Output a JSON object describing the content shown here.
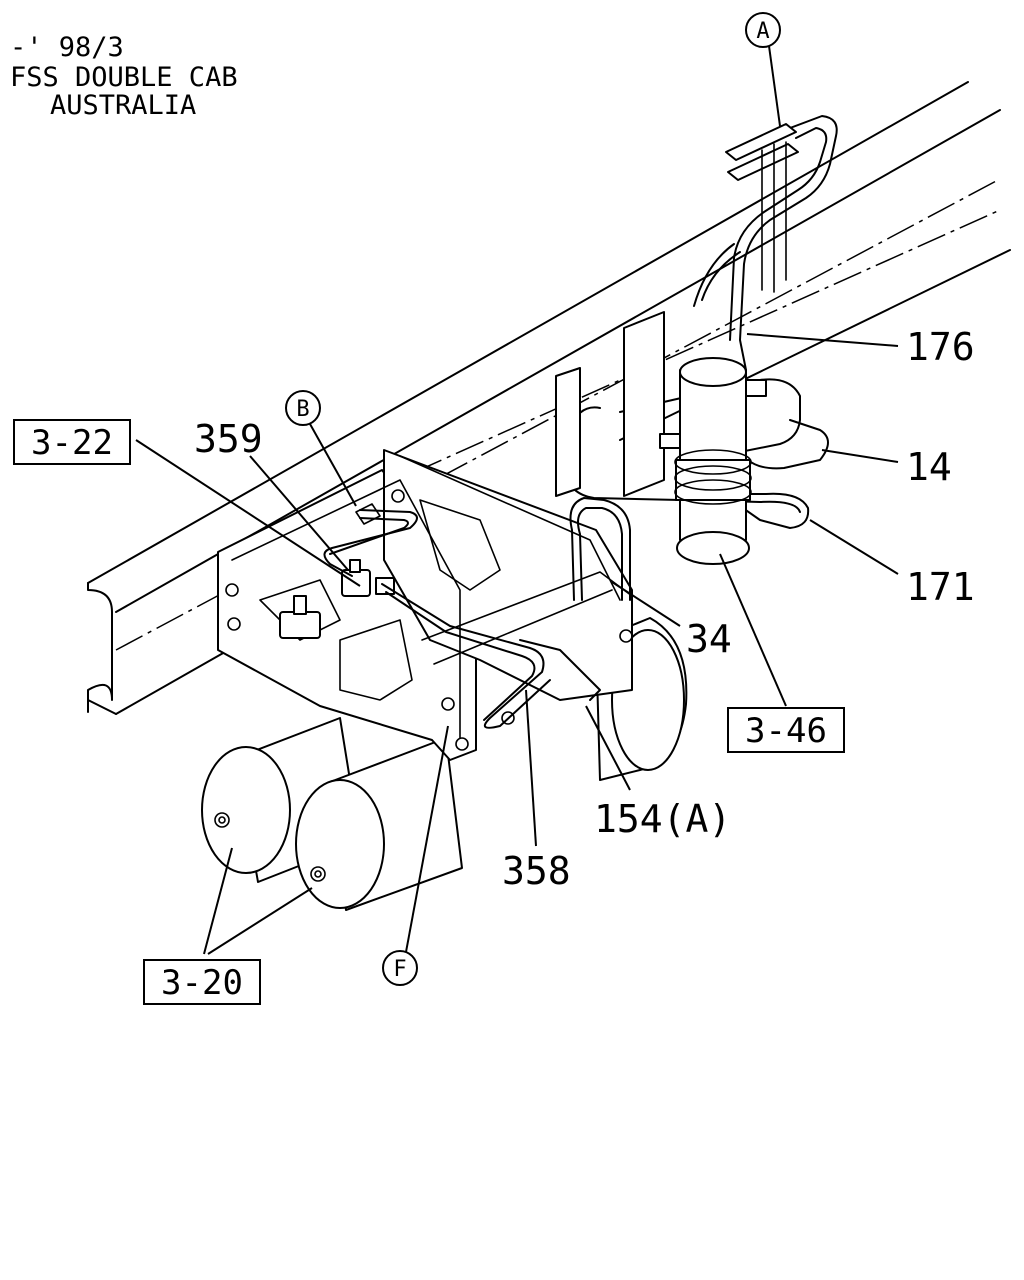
{
  "header": {
    "line1": "-' 98/3",
    "line2": "FSS DOUBLE CAB",
    "line3": "AUSTRALIA"
  },
  "callouts": {
    "circle_a": "A",
    "circle_b": "B",
    "circle_f": "F"
  },
  "boxed_refs": {
    "ref_3_22": "3-22",
    "ref_3_46": "3-46",
    "ref_3_20": "3-20"
  },
  "part_numbers": {
    "p176": "176",
    "p14": "14",
    "p171": "171",
    "p34": "34",
    "p359": "359",
    "p358": "358",
    "p154a": "154(A)"
  }
}
